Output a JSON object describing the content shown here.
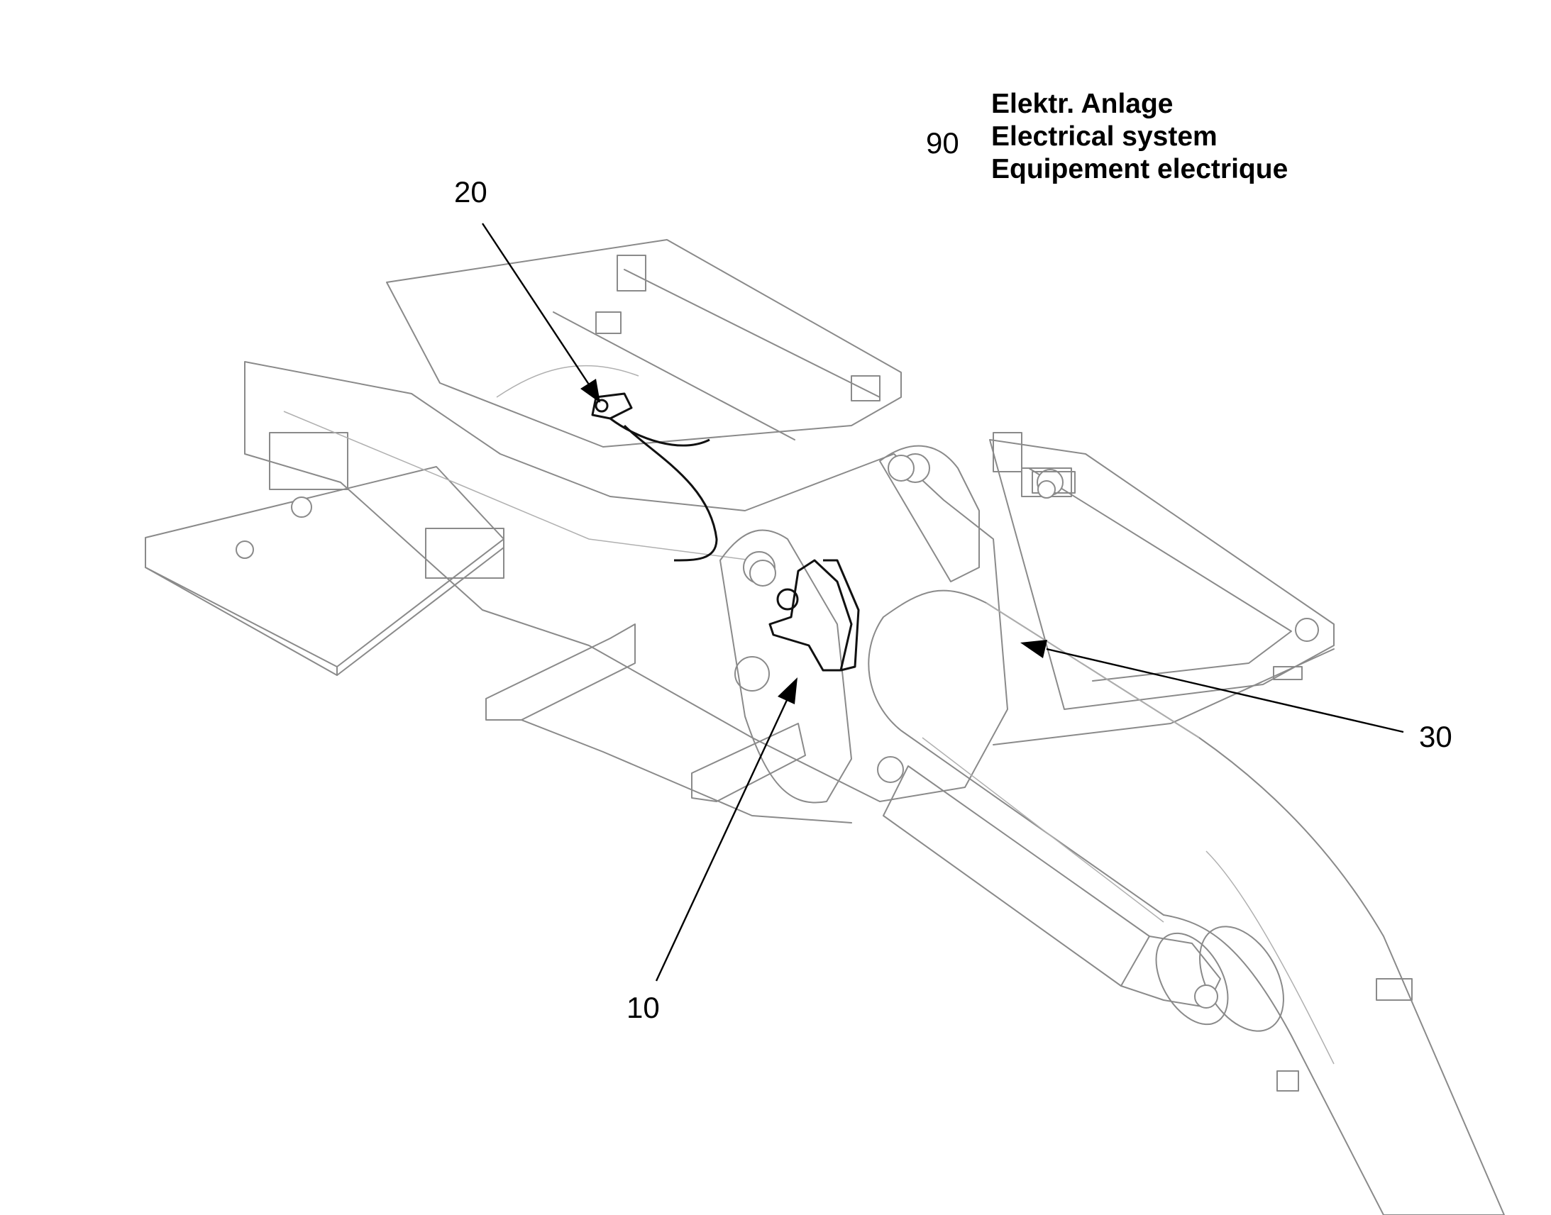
{
  "section": {
    "number": "90",
    "titles": [
      "Elektr. Anlage",
      "Electrical system",
      "Equipement electrique"
    ]
  },
  "callouts": [
    {
      "id": "item-10",
      "label": "10"
    },
    {
      "id": "item-20",
      "label": "20"
    },
    {
      "id": "item-30",
      "label": "30"
    }
  ]
}
